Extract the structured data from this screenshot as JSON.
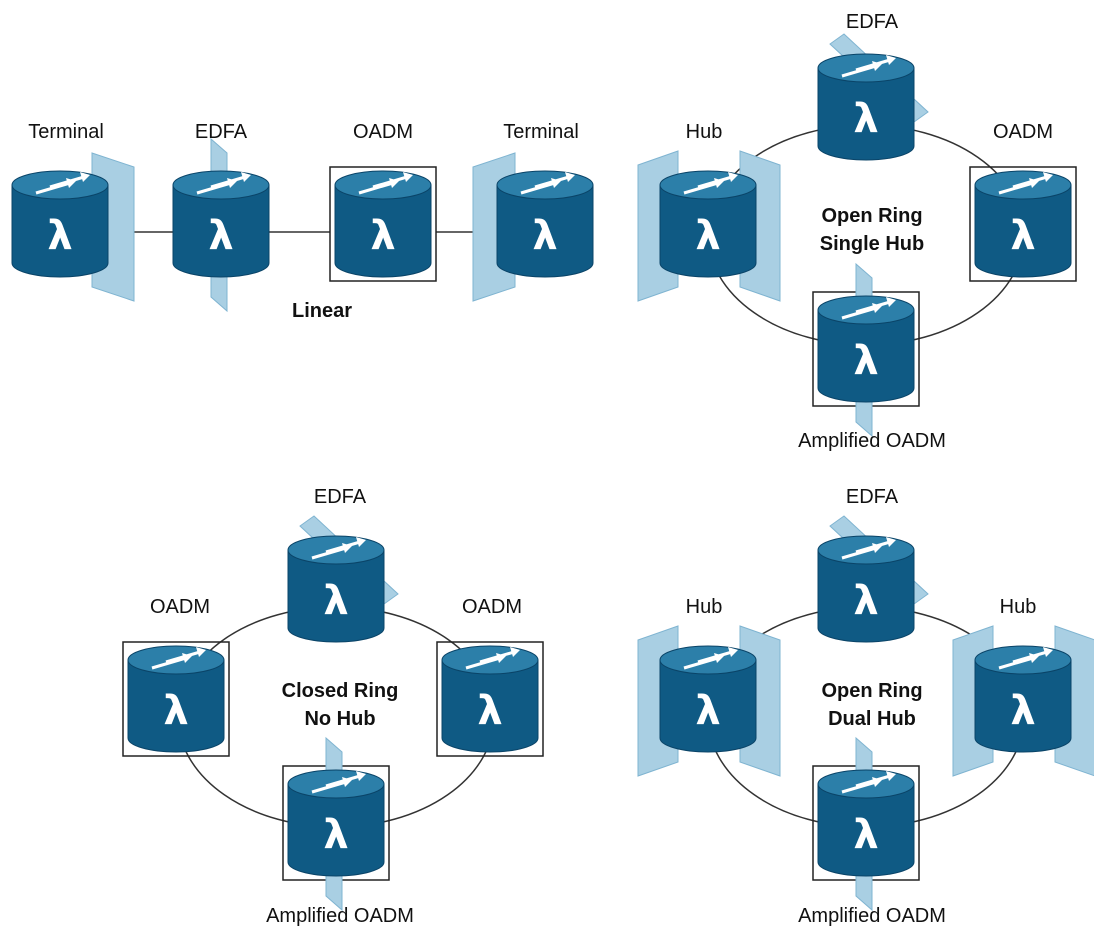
{
  "colors": {
    "node_top": "#2c7fa9",
    "node_body": "#0f5a84",
    "node_edge": "#0a4468",
    "panel_light": "#a9cfe3",
    "panel_mid": "#7fb4d1",
    "line": "#333333",
    "box": "#222222"
  },
  "symbol": "λ",
  "linear": {
    "title": "Linear",
    "nodes": [
      {
        "label": "Terminal",
        "kind": "terminal-right"
      },
      {
        "label": "EDFA",
        "kind": "edfa"
      },
      {
        "label": "OADM",
        "kind": "oadm"
      },
      {
        "label": "Terminal",
        "kind": "terminal-left"
      }
    ]
  },
  "open_single": {
    "title_line1": "Open Ring",
    "title_line2": "Single Hub",
    "top": {
      "label": "EDFA",
      "kind": "edfa-ring"
    },
    "left": {
      "label": "Hub",
      "kind": "hub"
    },
    "right": {
      "label": "OADM",
      "kind": "oadm"
    },
    "bottom": {
      "label": "Amplified OADM",
      "kind": "amp-oadm"
    }
  },
  "closed_ring": {
    "title_line1": "Closed Ring",
    "title_line2": "No Hub",
    "top": {
      "label": "EDFA",
      "kind": "edfa-ring"
    },
    "left": {
      "label": "OADM",
      "kind": "oadm"
    },
    "right": {
      "label": "OADM",
      "kind": "oadm"
    },
    "bottom": {
      "label": "Amplified OADM",
      "kind": "amp-oadm"
    }
  },
  "open_dual": {
    "title_line1": "Open Ring",
    "title_line2": "Dual Hub",
    "top": {
      "label": "EDFA",
      "kind": "edfa-ring"
    },
    "left": {
      "label": "Hub",
      "kind": "hub"
    },
    "right": {
      "label": "Hub",
      "kind": "hub"
    },
    "bottom": {
      "label": "Amplified OADM",
      "kind": "amp-oadm"
    }
  }
}
